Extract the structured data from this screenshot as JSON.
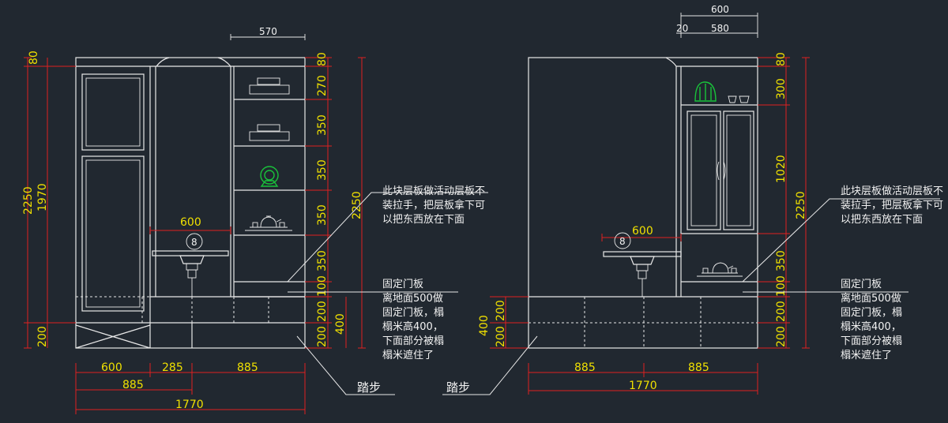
{
  "left": {
    "top_dim": "570",
    "v_outer": "2250",
    "v_mid": "1970",
    "v_top": "80",
    "v_bottom": "200",
    "v_right": [
      "80",
      "270",
      "350",
      "350",
      "350",
      "350",
      "100",
      "200",
      "200"
    ],
    "v_right_total": "2250",
    "v_right_400": "400",
    "bottom_dims": [
      "600",
      "285",
      "885"
    ],
    "bottom_885": "885",
    "bottom_total": "1770",
    "shelf_dim": "600",
    "marker": "8",
    "note1": [
      "此块层板做活动层板不",
      "装拉手，把层板拿下可",
      "以把东西放在下面"
    ],
    "note2": [
      "固定门板",
      "离地面500做",
      "固定门板，榻",
      "榻米高400，",
      "下面部分被榻",
      "榻米遮住了"
    ],
    "step_label": "踏步"
  },
  "right": {
    "top_dim": "600",
    "top_sub": [
      "20",
      "580"
    ],
    "v_left": [
      "400",
      "200",
      "200"
    ],
    "v_right": [
      "80",
      "300",
      "1020",
      "350",
      "100",
      "200",
      "200"
    ],
    "v_right_total": "2250",
    "bottom_dims": [
      "885",
      "885"
    ],
    "bottom_total": "1770",
    "shelf_dim": "600",
    "marker": "8",
    "note1": [
      "此块层板做活动层板不",
      "装拉手，把层板拿下可",
      "以把东西放在下面"
    ],
    "note2": [
      "固定门板",
      "离地面500做",
      "固定门板，榻",
      "榻米高400，",
      "下面部分被榻",
      "榻米遮住了"
    ],
    "step_label": "踏步"
  }
}
